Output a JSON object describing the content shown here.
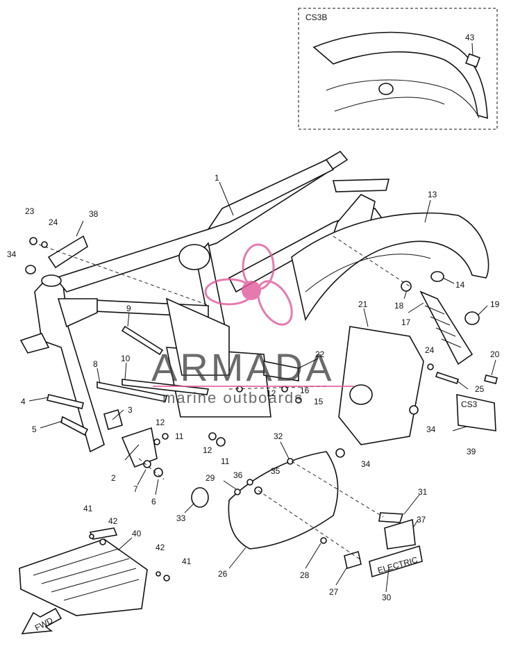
{
  "inset": {
    "title": "CS3B",
    "part_label": "43"
  },
  "watermark": {
    "brand": "ARMADA",
    "tagline": "marine outboards",
    "accent_color": "#e05a9a"
  },
  "fwd_badge": "FWD",
  "plates": {
    "electric": "ELECTRIC",
    "cs3": "CS3"
  },
  "callouts": {
    "c1": "1",
    "c2": "2",
    "c3": "3",
    "c4": "4",
    "c5": "5",
    "c6": "6",
    "c7": "7",
    "c8": "8",
    "c9": "9",
    "c10": "10",
    "c11a": "11",
    "c11b": "11",
    "c12a": "12",
    "c12b": "12",
    "c12c": "12",
    "c13": "13",
    "c14": "14",
    "c15": "15",
    "c16": "16",
    "c17": "17",
    "c18": "18",
    "c19": "19",
    "c20": "20",
    "c21": "21",
    "c22": "22",
    "c23": "23",
    "c24a": "24",
    "c24b": "24",
    "c25": "25",
    "c26": "26",
    "c27": "27",
    "c28": "28",
    "c29": "29",
    "c30": "30",
    "c31": "31",
    "c32": "32",
    "c33": "33",
    "c34a": "34",
    "c34b": "34",
    "c34c": "34",
    "c35": "35",
    "c36": "36",
    "c37": "37",
    "c38": "38",
    "c39": "39",
    "c40": "40",
    "c41a": "41",
    "c41b": "41",
    "c42a": "42",
    "c42b": "42"
  }
}
